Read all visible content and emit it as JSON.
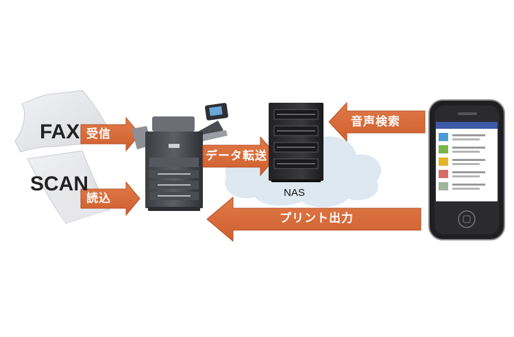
{
  "documents": {
    "fax": "FAX",
    "scan": "SCAN"
  },
  "arrows": {
    "receive": "受信",
    "read": "読込",
    "data_transfer": "データ転送",
    "voice_search": "音声検索",
    "print_out": "プリント出力"
  },
  "nas": {
    "label": "NAS"
  },
  "colors": {
    "arrow": "#d86a3a",
    "arrow_edge": "#b24f24",
    "cloud": "#dde8f1",
    "paper": "#e6e7ea",
    "nas_body": "#2f2f31",
    "phone_body": "#1f1f21",
    "phone_screen_header": "#3d5aa8",
    "row_colors": [
      "#4b9bd4",
      "#7ab648",
      "#e2b42a",
      "#d96a6a",
      "#9fb59f"
    ]
  }
}
